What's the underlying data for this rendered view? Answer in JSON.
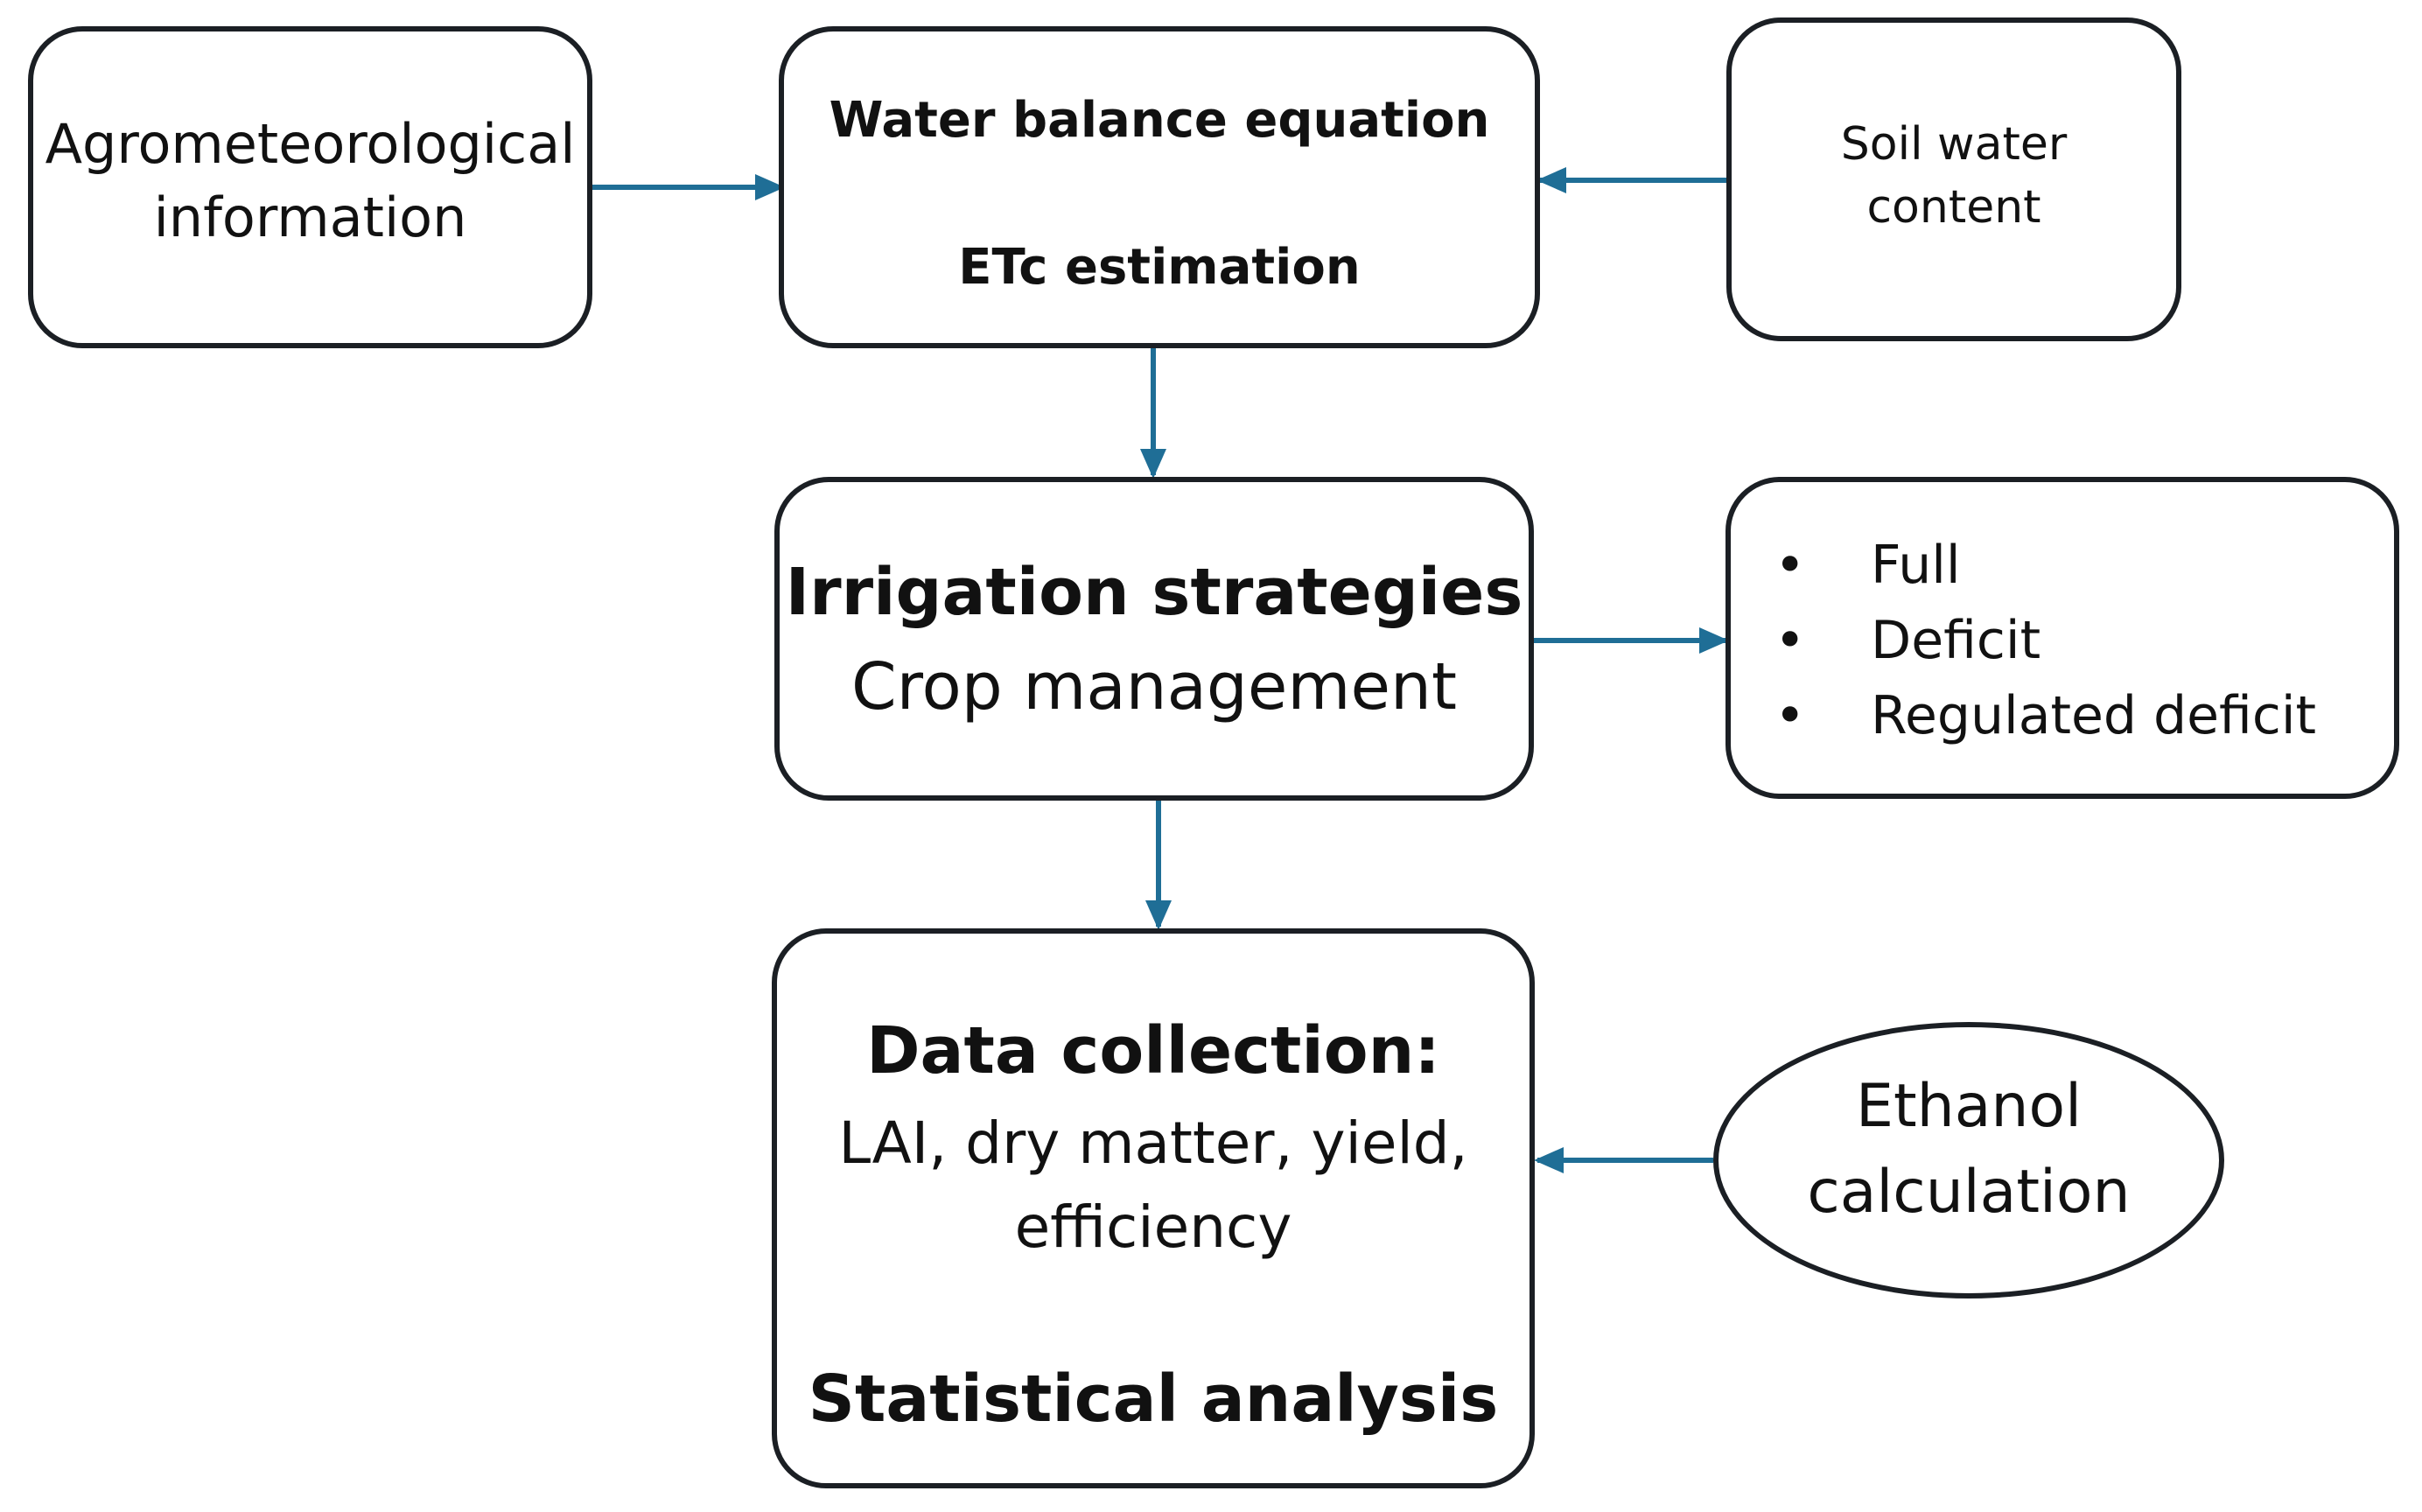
{
  "nodes": {
    "agromet": {
      "lines": [
        "Agrometeorological",
        "information"
      ]
    },
    "water_balance": {
      "title": "Water balance equation",
      "subtitle": "ETc estimation"
    },
    "soil_water": {
      "lines": [
        "Soil water",
        "content"
      ]
    },
    "irrigation": {
      "title": "Irrigation strategies",
      "subtitle": "Crop management"
    },
    "strategies": {
      "bullet": "•",
      "items": [
        "Full",
        "Deficit",
        "Regulated deficit"
      ]
    },
    "data_collection": {
      "title": "Data collection:",
      "body": [
        "LAI, dry matter, yield,",
        "efficiency"
      ],
      "footer": "Statistical analysis"
    },
    "ethanol": {
      "lines": [
        "Ethanol",
        "calculation"
      ]
    }
  },
  "edges": [
    {
      "from": "agromet",
      "to": "water_balance"
    },
    {
      "from": "soil_water",
      "to": "water_balance"
    },
    {
      "from": "water_balance",
      "to": "irrigation"
    },
    {
      "from": "irrigation",
      "to": "strategies"
    },
    {
      "from": "irrigation",
      "to": "data_collection"
    },
    {
      "from": "ethanol",
      "to": "data_collection"
    }
  ],
  "colors": {
    "arrow": "#1f6e96",
    "border": "#1b1f24",
    "text": "#111111"
  }
}
